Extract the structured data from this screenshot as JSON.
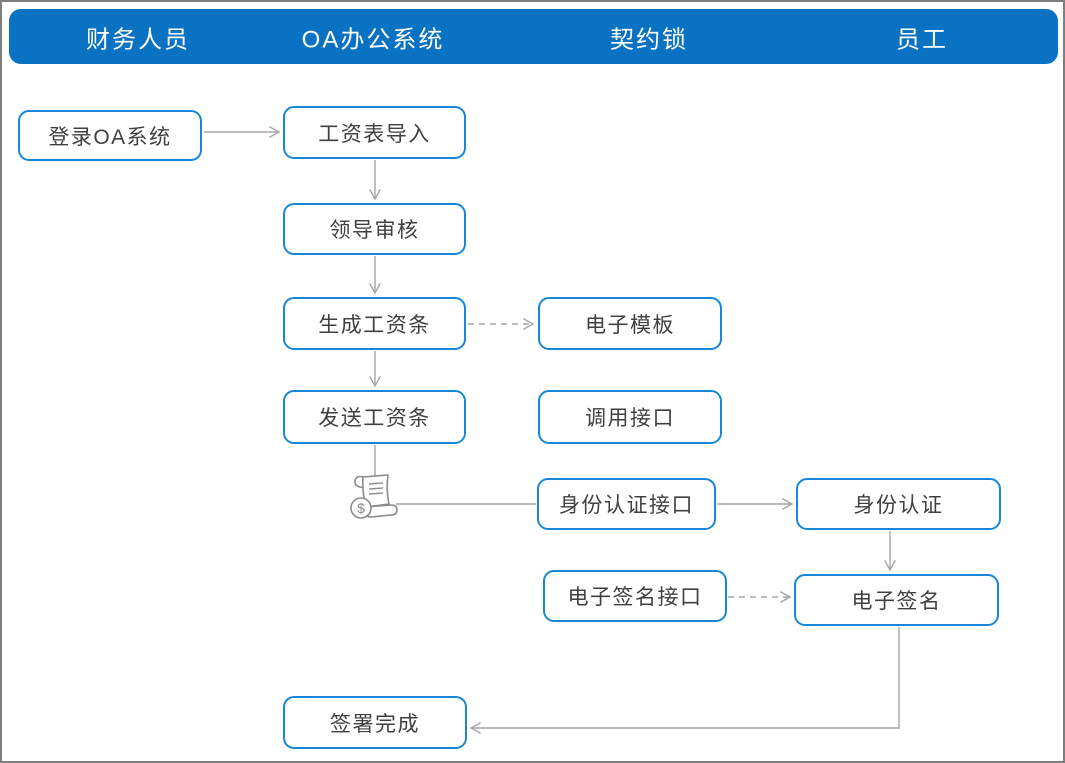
{
  "header": {
    "lanes": [
      {
        "label": "财务人员"
      },
      {
        "label": "OA办公系统"
      },
      {
        "label": "契约锁"
      },
      {
        "label": "员工"
      }
    ]
  },
  "nodes": [
    {
      "id": "login-oa",
      "label": "登录OA系统"
    },
    {
      "id": "salary-import",
      "label": "工资表导入"
    },
    {
      "id": "leader-review",
      "label": "领导审核"
    },
    {
      "id": "generate-payslip",
      "label": "生成工资条"
    },
    {
      "id": "e-template",
      "label": "电子模板"
    },
    {
      "id": "send-payslip",
      "label": "发送工资条"
    },
    {
      "id": "call-api",
      "label": "调用接口"
    },
    {
      "id": "identity-auth-api",
      "label": "身份认证接口"
    },
    {
      "id": "identity-auth",
      "label": "身份认证"
    },
    {
      "id": "e-sign-api",
      "label": "电子签名接口"
    },
    {
      "id": "e-sign",
      "label": "电子签名"
    },
    {
      "id": "sign-complete",
      "label": "签署完成"
    }
  ],
  "payslip_icon": {
    "currency_symbol": "$"
  },
  "colors": {
    "header_bg": "#0a72c2",
    "header_text": "#ffffff",
    "node_border": "#1787d8",
    "node_text": "#404040",
    "arrow": "#a6a6a6",
    "icon_stroke": "#8c8c8c",
    "frame_border": "#7f7f7f"
  }
}
